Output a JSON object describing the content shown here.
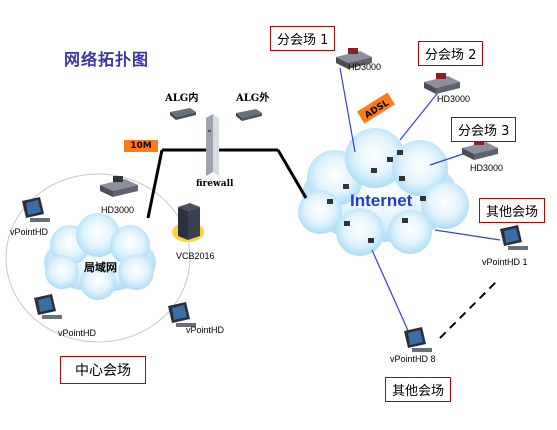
{
  "title": "网络拓扑图",
  "center": {
    "label": "中心会场",
    "lan_label": "局域网",
    "hd_label": "HD3000",
    "server_label": "VCB2016",
    "clients": [
      "vPointHD",
      "vPointHD",
      "vPointHD"
    ]
  },
  "gateway": {
    "alg_in": "ALG内",
    "alg_out": "ALG外",
    "firewall": "firewall",
    "link_speed": "10M"
  },
  "internet": {
    "label": "Internet",
    "adsl": "ADSL"
  },
  "branches": [
    {
      "label": "分会场 1",
      "device": "HD3000"
    },
    {
      "label": "分会场 2",
      "device": "HD3000"
    },
    {
      "label": "分会场 3",
      "device": "HD3000"
    }
  ],
  "others": {
    "top_label": "其他会场",
    "top_device": "vPointHD 1",
    "bottom_label": "其他会场",
    "bottom_device": "vPointHD 8"
  },
  "colors": {
    "title": "#3a34a8",
    "box_border": "#c00000",
    "link_tag": "#ff7a1a",
    "cloud": "#bfe6fb",
    "internet_text": "#1f3bd8",
    "wan_line": "#3344cc"
  }
}
